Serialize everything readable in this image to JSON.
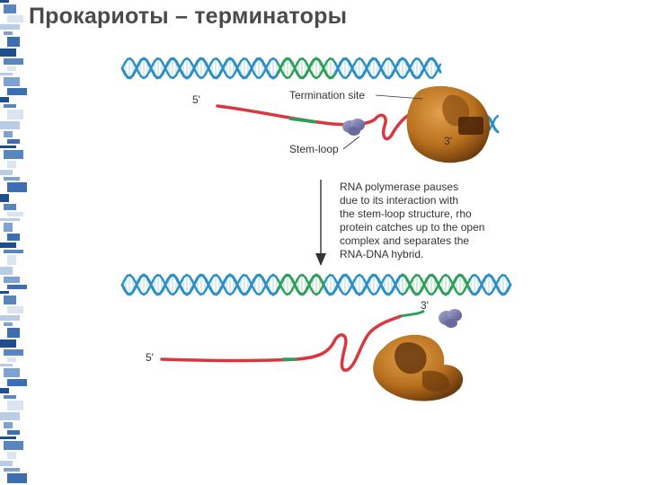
{
  "slide": {
    "title": "Прокариоты – терминаторы"
  },
  "top_panel": {
    "five_prime": "5'",
    "three_prime": "3'",
    "termination_site": "Termination site",
    "stem_loop": "Stem-loop"
  },
  "caption": {
    "lines": [
      "RNA polymerase pauses",
      "due to its interaction with",
      "the stem-loop structure, rho",
      "protein catches up to the open",
      "complex and separates the",
      "RNA-DNA hybrid."
    ]
  },
  "bottom_panel": {
    "five_prime": "5'",
    "three_prime": "3'"
  },
  "colors": {
    "dna_blue": "#2a8fc4",
    "dna_green": "#2f9e5c",
    "rna_red": "#d9363e",
    "polymerase": "#b8701e",
    "rho": "#7777aa"
  }
}
